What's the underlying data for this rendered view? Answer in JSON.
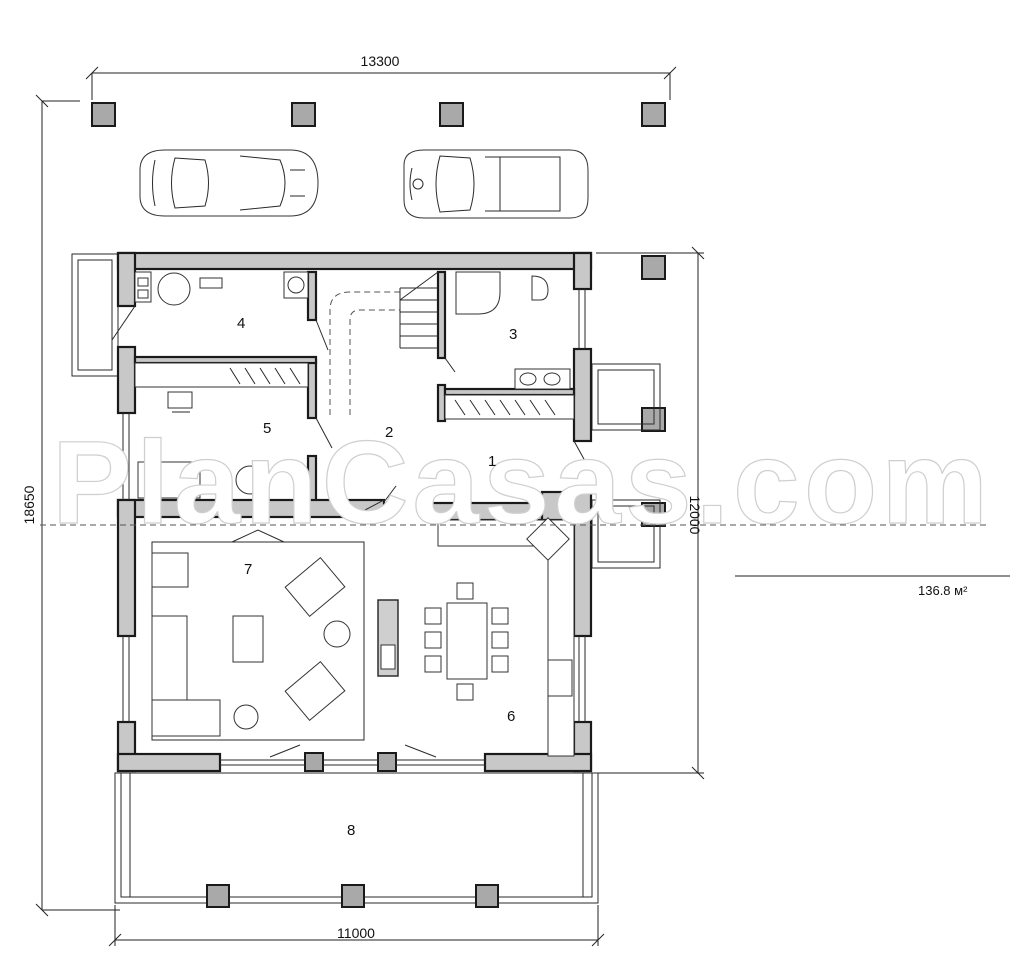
{
  "dimensions": {
    "top_width": "13300",
    "left_height": "18650",
    "right_height": "12000",
    "bottom_width": "11000"
  },
  "area": "136.8 м²",
  "rooms": [
    "1",
    "2",
    "3",
    "4",
    "5",
    "6",
    "7",
    "8"
  ],
  "watermark": "PlanCasas.com",
  "colors": {
    "wall_fill": "#c8c8c8",
    "pillar_fill": "#a9a9a9",
    "line": "#1a1a1a"
  }
}
